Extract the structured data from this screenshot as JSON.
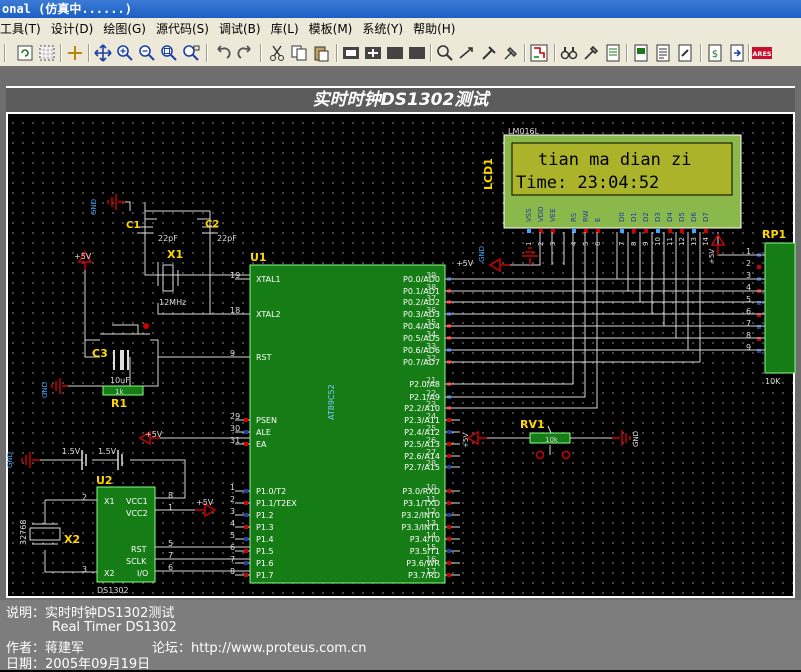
{
  "window": {
    "title": "onal (仿真中......)"
  },
  "menu": [
    "工具(T)",
    "设计(D)",
    "绘图(G)",
    "源代码(S)",
    "调试(B)",
    "库(L)",
    "模板(M)",
    "系统(Y)",
    "帮助(H)"
  ],
  "sheet": {
    "title": "实时时钟DS1302测试"
  },
  "lcd": {
    "ref": "LCD1",
    "model": "LM016L",
    "line1": "tian ma dian zi",
    "line2": "Time: 23:04:52",
    "pins": [
      "VSS",
      "VDD",
      "VEE",
      "RS",
      "RW",
      "E",
      "D0",
      "D1",
      "D2",
      "D3",
      "D4",
      "D5",
      "D6",
      "D7"
    ]
  },
  "mcu": {
    "ref": "U1",
    "model": "AT89C52",
    "left_pins": [
      "XTAL1",
      "XTAL2",
      "RST",
      "PSEN",
      "ALE",
      "EA",
      "P1.0/T2",
      "P1.1/T2EX",
      "P1.2",
      "P1.3",
      "P1.4",
      "P1.5",
      "P1.6",
      "P1.7"
    ],
    "left_nums": [
      "19",
      "18",
      "9",
      "29",
      "30",
      "31",
      "1",
      "2",
      "3",
      "4",
      "5",
      "6",
      "7",
      "8"
    ],
    "right_pins": [
      "P0.0/AD0",
      "P0.1/AD1",
      "P0.2/AD2",
      "P0.3/AD3",
      "P0.4/AD4",
      "P0.5/AD5",
      "P0.6/AD6",
      "P0.7/AD7",
      "P2.0/A8",
      "P2.1/A9",
      "P2.2/A10",
      "P2.3/A11",
      "P2.4/A12",
      "P2.5/A13",
      "P2.6/A14",
      "P2.7/A15",
      "P3.0/RXD",
      "P3.1/TXD",
      "P3.2/INT0",
      "P3.3/INT1",
      "P3.4/T0",
      "P3.5/T1",
      "P3.6/WR",
      "P3.7/RD"
    ],
    "right_nums": [
      "39",
      "38",
      "37",
      "36",
      "35",
      "34",
      "33",
      "32",
      "21",
      "22",
      "23",
      "24",
      "25",
      "26",
      "27",
      "28",
      "10",
      "11",
      "12",
      "13",
      "14",
      "15",
      "16",
      "17"
    ]
  },
  "rtc": {
    "ref": "U2",
    "model": "DS1302",
    "left_pins": [
      "X1",
      "X2"
    ],
    "right_pins": [
      "VCC1",
      "VCC2",
      "RST",
      "SCLK",
      "I/O"
    ],
    "pin_nums": [
      "2",
      "3",
      "8",
      "1",
      "5",
      "7",
      "6"
    ]
  },
  "rp1": {
    "ref": "RP1",
    "value": "10K",
    "pins": [
      "1",
      "2",
      "3",
      "4",
      "5",
      "6",
      "7",
      "8",
      "9"
    ]
  },
  "rv1": {
    "ref": "RV1",
    "value": "10k"
  },
  "c1": {
    "ref": "C1",
    "value": "22pF"
  },
  "c2": {
    "ref": "C2",
    "value": "22pF"
  },
  "c3": {
    "ref": "C3",
    "value": "10uF"
  },
  "x1": {
    "ref": "X1",
    "value": "12MHz"
  },
  "x2": {
    "ref": "X2",
    "value": "32768"
  },
  "r1": {
    "ref": "R1",
    "value": "1k"
  },
  "battery": {
    "v1": "1.5V",
    "v2": "1.5V"
  },
  "power": {
    "vcc": "+5V",
    "gnd": "GND"
  },
  "status": {
    "line1": "说明：实时时钟DS1302测试",
    "line2": "Real Timer DS1302",
    "line3_label": "作者：蒋建军",
    "line3_forum": "论坛：http://www.proteus.com.cn",
    "line4": "日期：2005年09月19日"
  }
}
